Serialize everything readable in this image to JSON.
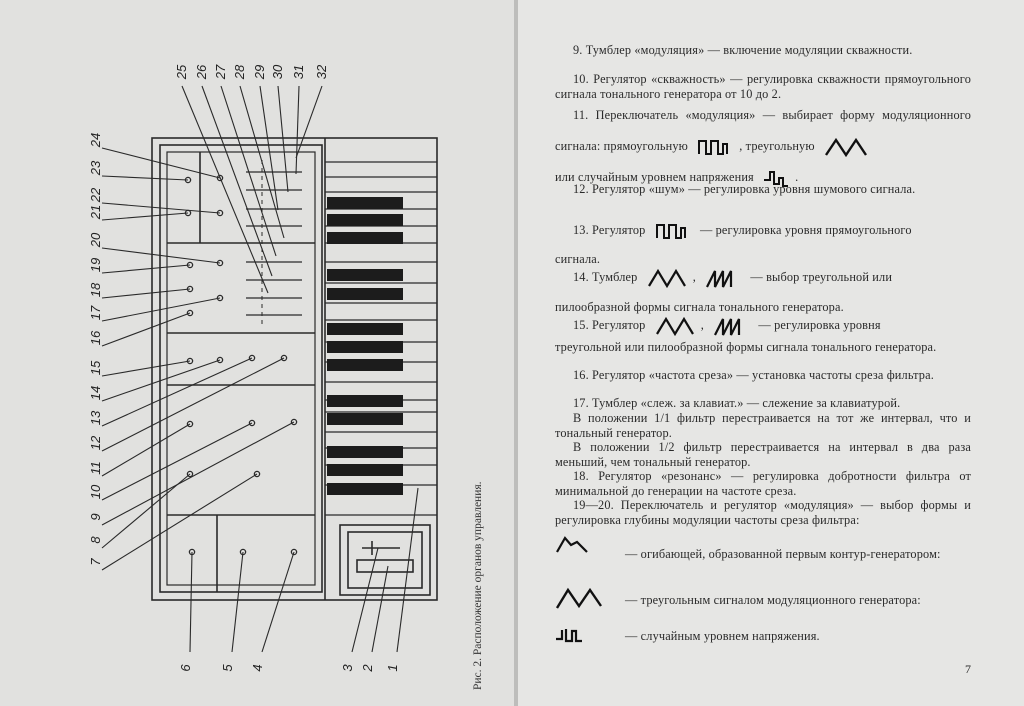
{
  "left_page": {
    "caption": "Рис. 2. Расположение органов управления.",
    "diagram_labels": {
      "left": [
        "24",
        "23",
        "22",
        "21",
        "20",
        "19",
        "18",
        "17",
        "16",
        "15",
        "14",
        "13",
        "12",
        "11",
        "10",
        "9",
        "8",
        "7"
      ],
      "top": [
        "25",
        "26",
        "27",
        "28",
        "29",
        "30",
        "31",
        "32"
      ],
      "bottom": [
        "6",
        "5",
        "4",
        "3",
        "2",
        "1"
      ]
    }
  },
  "right_page": {
    "p9": "9. Тумблер «модуляция» — включение модуляции скважности.",
    "p10": "10. Регулятор «скважность» — регулировка скважности прямоугольного сигнала тонального генератора от 10 до 2.",
    "p11_a": "11. Переключатель «модуляция» — выбирает форму модуляционного сигнала: прямоугольную",
    "p11_b": ", треугольную",
    "p11_c": "или случайным уровнем напряжения",
    "p11_d": ".",
    "p12": "12. Регулятор «шум» — регулировка уровня шумового сигнала.",
    "p13_a": "13. Регулятор",
    "p13_b": "— регулировка уровня прямоугольного",
    "p13_c": "сигнала.",
    "p14_a": "14. Тумблер",
    "p14_sep": ",",
    "p14_b": "— выбор треугольной или",
    "p14_c": "пилообразной формы сигнала тонального генератора.",
    "p15_a": "15. Регулятор",
    "p15_sep": ",",
    "p15_b": "— регулировка уровня",
    "p15_c": "треугольной или пилообразной формы сигнала тонального генератора.",
    "p16": "16. Регулятор «частота среза» — установка частоты среза фильтра.",
    "p17": "17. Тумблер «слеж. за клавиат.» — слежение за клавиатурой.",
    "p17_1": "В положении 1/1 фильтр перестраивается на тот же интервал, что и тональный генератор.",
    "p17_2": "В положении 1/2 фильтр перестраивается на интервал в два раза меньший, чем тональный генератор.",
    "p18": "18. Регулятор «резонанс» — регулировка добротности фильтра от минимальной до генерации на частоте среза.",
    "p19": "19—20. Переключатель и регулятор «модуляция» — выбор формы и регулировка глубины модуляции частоты среза фильтра:",
    "opt_envelope": "— огибающей, образованной первым контур-генератором:",
    "opt_triangle": "— треугольным сигналом модуляционного генератора:",
    "opt_random": "— случайным уровнем напряжения.",
    "page_number": "7"
  }
}
